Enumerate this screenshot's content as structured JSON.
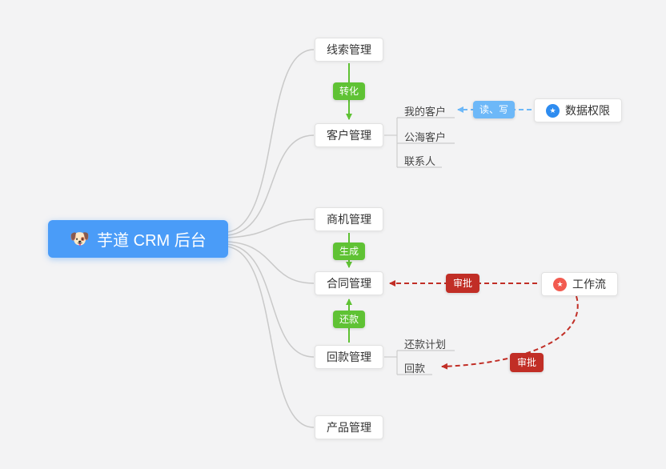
{
  "hub": {
    "emoji": "🐶",
    "label": "芋道 CRM 后台"
  },
  "nodes": {
    "leads": "线索管理",
    "customers": "客户管理",
    "opportunities": "商机管理",
    "contracts": "合同管理",
    "payments": "回款管理",
    "products": "产品管理",
    "data_permission": "数据权限",
    "workflow": "工作流"
  },
  "subitems": {
    "customers": [
      "我的客户",
      "公海客户",
      "联系人"
    ],
    "payments": [
      "还款计划",
      "回款"
    ]
  },
  "badges": {
    "convert": "转化",
    "generate": "生成",
    "repay": "还款",
    "read_write": "读、写",
    "approve_contract": "审批",
    "approve_payment": "审批"
  },
  "icons": {
    "star_glyph": "★"
  },
  "colors": {
    "hub_bg": "#4a9cf8",
    "green": "#5fc234",
    "blue": "#6db8f8",
    "red": "#c12e26",
    "connector": "#c9c9c9",
    "canvas_bg": "#f3f3f4"
  }
}
